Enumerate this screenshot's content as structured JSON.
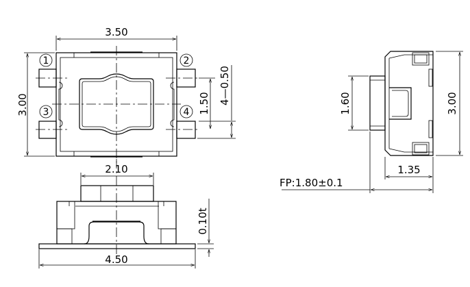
{
  "top_view": {
    "width_label": "3.50",
    "height_label": "3.00",
    "pitch_label": "1.50",
    "pad_label": "4—0.50",
    "pin_numbers": [
      "1",
      "2",
      "3",
      "4"
    ]
  },
  "side_view": {
    "button_label": "1.60",
    "height_label": "3.00",
    "body_depth_label": "1.35",
    "fp_label": "FP:1.80±0.1"
  },
  "front_view": {
    "button_width_label": "2.10",
    "total_width_label": "4.50",
    "thickness_label": "0.10t"
  }
}
